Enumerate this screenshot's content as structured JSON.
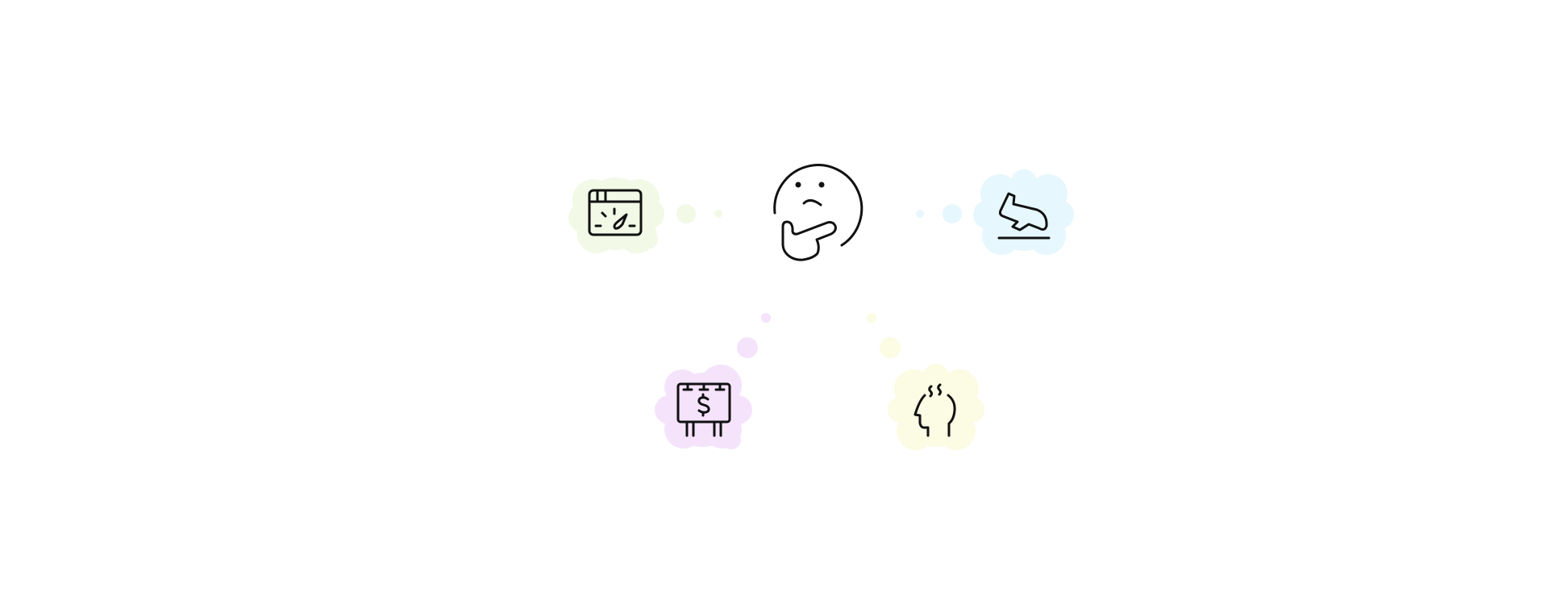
{
  "diagram": {
    "center": {
      "icon": "thinking-face-icon"
    },
    "satellites": [
      {
        "id": "top-left",
        "icon": "browser-speed-gauge-icon",
        "color": "#f2f9e6"
      },
      {
        "id": "top-right",
        "icon": "airplane-landing-icon",
        "color": "#e6f7fd"
      },
      {
        "id": "bottom-left",
        "icon": "billboard-dollar-icon",
        "color": "#f5e3fb"
      },
      {
        "id": "bottom-right",
        "icon": "head-steam-stress-icon",
        "color": "#fcfbe3"
      }
    ],
    "stroke_color": "#111111"
  }
}
